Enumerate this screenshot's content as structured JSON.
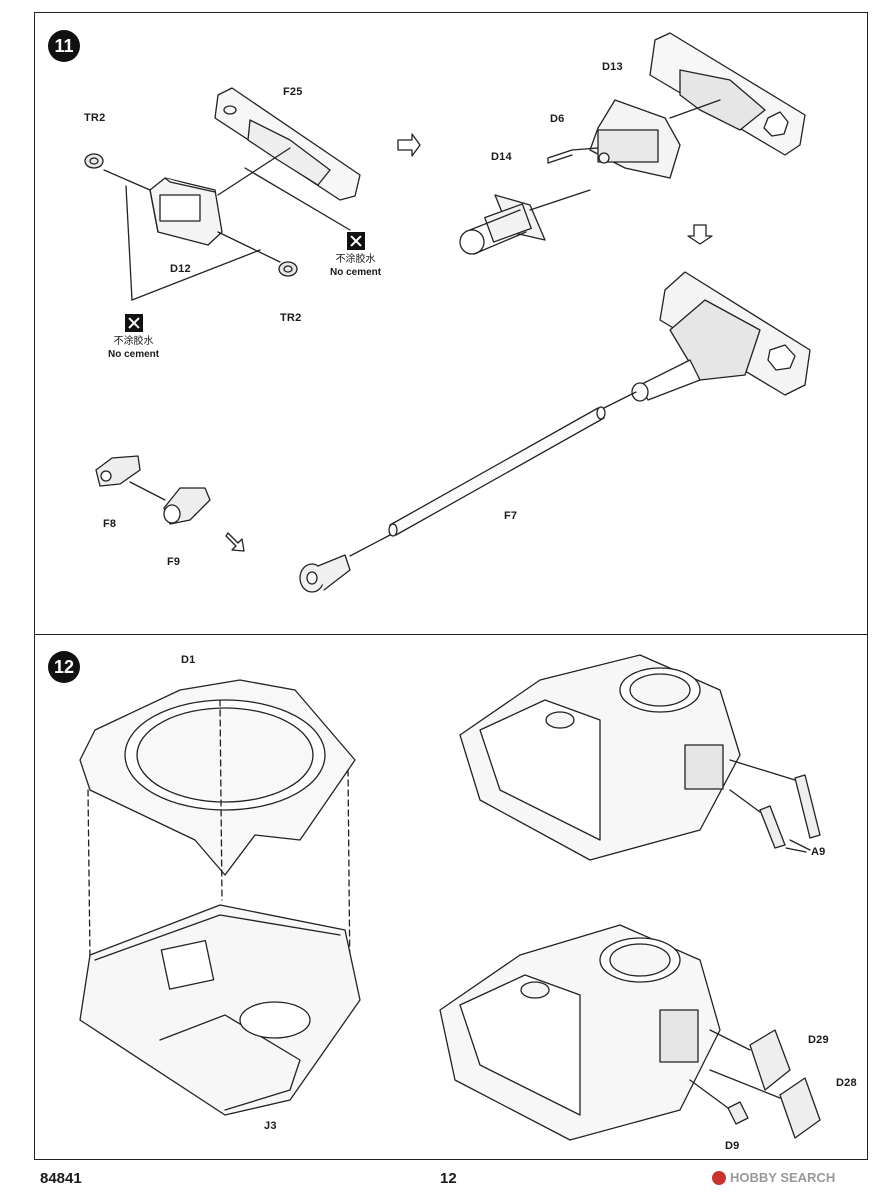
{
  "step11": {
    "number": "11",
    "parts": {
      "tr2_top": "TR2",
      "f25": "F25",
      "d12": "D12",
      "tr2_bottom": "TR2",
      "d13": "D13",
      "d6": "D6",
      "d14": "D14",
      "f8": "F8",
      "f9": "F9",
      "f7": "F7"
    },
    "notes": [
      {
        "cn": "不涂胶水",
        "en": "No cement"
      },
      {
        "cn": "不涂胶水",
        "en": "No cement"
      }
    ]
  },
  "step12": {
    "number": "12",
    "parts": {
      "d1": "D1",
      "j3": "J3",
      "a9": "A9",
      "d29": "D29",
      "d28": "D28",
      "d9": "D9"
    }
  },
  "footer": {
    "product_code": "84841",
    "page_number": "12",
    "brand": "HOBBY SEARCH"
  }
}
